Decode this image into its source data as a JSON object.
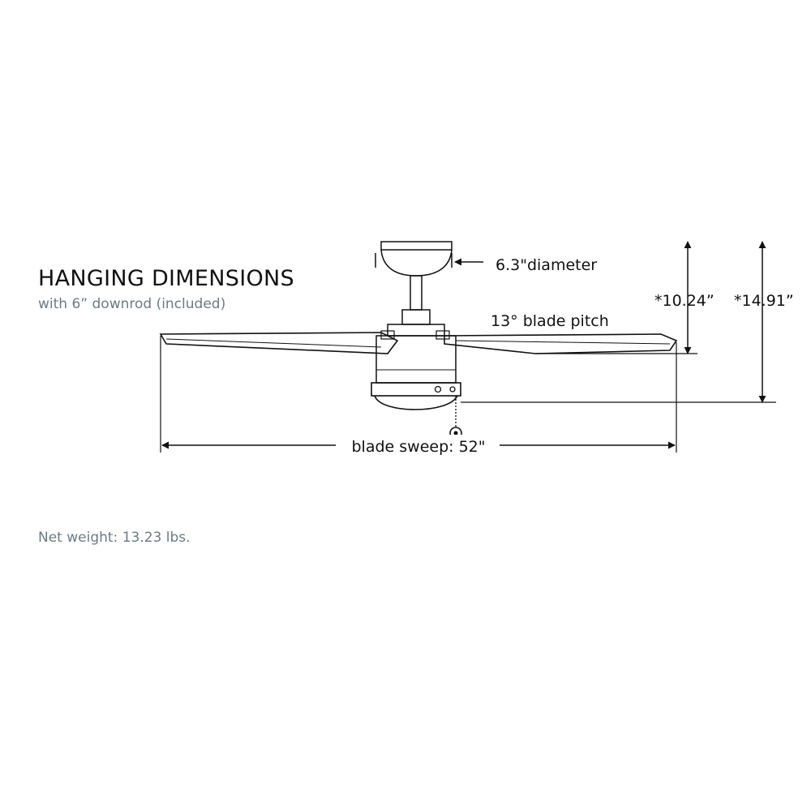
{
  "heading": {
    "title": "HANGING DIMENSIONS",
    "subtitle": "with 6” downrod (included)"
  },
  "labels": {
    "canopy_diameter": "6.3\"diameter",
    "blade_pitch": "13° blade pitch",
    "height_to_blade": "*10.24”",
    "height_to_bottom": "*14.91”",
    "blade_sweep": "blade sweep: 52\""
  },
  "footer": {
    "net_weight": "Net weight: 13.23 lbs."
  },
  "colors": {
    "line": "#111111",
    "muted_text": "#6b7b84"
  }
}
